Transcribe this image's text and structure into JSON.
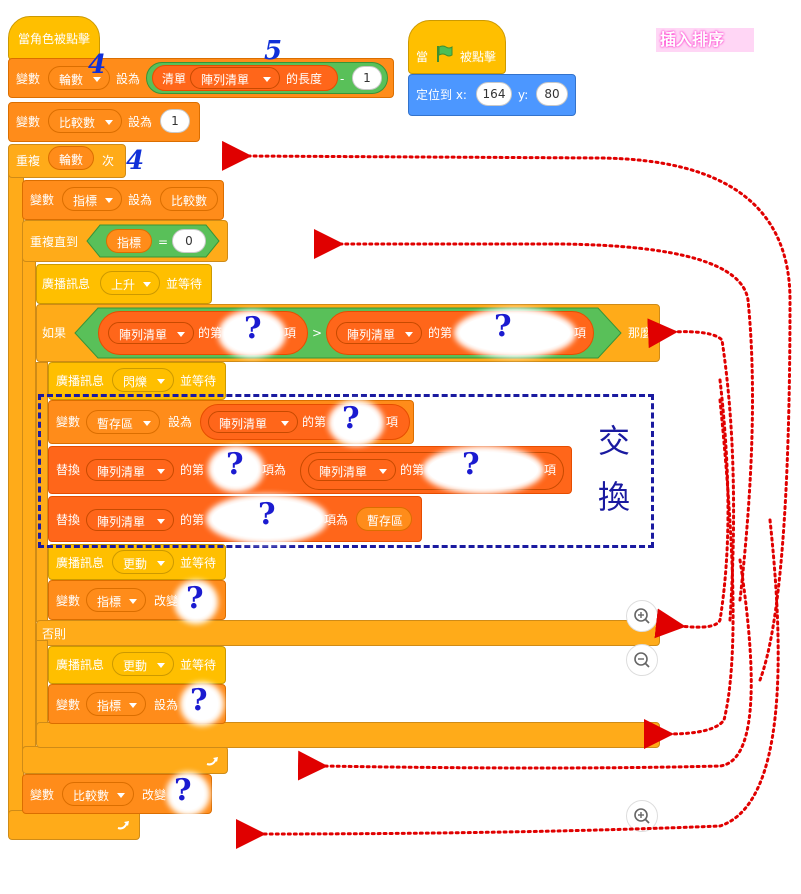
{
  "script": {
    "hat_label": "當角色被點擊",
    "set_rounds": {
      "prefix": "變數",
      "var": "輪數",
      "op": "設為",
      "list_prefix": "清單",
      "list": "陣列清單",
      "suffix": "的長度",
      "minus": "-",
      "minus_val": "1"
    },
    "set_compare": {
      "prefix": "變數",
      "var": "比較數",
      "op": "設為",
      "val": "1"
    },
    "repeat": {
      "prefix": "重複",
      "var": "輪數",
      "suffix": "次"
    },
    "set_index": {
      "prefix": "變數",
      "var": "指標",
      "op": "設為",
      "val": "比較數"
    },
    "repeat_until": {
      "prefix": "重複直到",
      "var": "指標",
      "eq": "=",
      "val": "0"
    },
    "broadcast_up": {
      "prefix": "廣播訊息",
      "msg": "上升",
      "suffix": "並等待"
    },
    "if_block": {
      "prefix": "如果",
      "list1": "陣列清單",
      "of1": "的第",
      "item1": "項",
      "gt": ">",
      "list2": "陣列清單",
      "of2": "的第",
      "item2": "項",
      "then": "那麼"
    },
    "broadcast_flash": {
      "prefix": "廣播訊息",
      "msg": "閃爍",
      "suffix": "並等待"
    },
    "set_temp": {
      "prefix": "變數",
      "var": "暫存區",
      "op": "設為",
      "list": "陣列清單",
      "of": "的第",
      "item": "項"
    },
    "replace1": {
      "prefix": "替換",
      "list": "陣列清單",
      "of": "的第",
      "item_as": "項為",
      "list2": "陣列清單",
      "of2": "的第",
      "item2": "項"
    },
    "replace2": {
      "prefix": "替換",
      "list": "陣列清單",
      "of": "的第",
      "item_as": "項為",
      "val": "暫存區"
    },
    "broadcast_update1": {
      "prefix": "廣播訊息",
      "msg": "更動",
      "suffix": "並等待"
    },
    "change_index": {
      "prefix": "變數",
      "var": "指標",
      "op": "改變"
    },
    "else_label": "否則",
    "broadcast_update2": {
      "prefix": "廣播訊息",
      "msg": "更動",
      "suffix": "並等待"
    },
    "set_index2": {
      "prefix": "變數",
      "var": "指標",
      "op": "設為"
    },
    "change_compare": {
      "prefix": "變數",
      "var": "比較數",
      "op": "改變"
    }
  },
  "flag_script": {
    "hat_prefix": "當",
    "hat_suffix": "被點擊",
    "goto_label": "定位到 x:",
    "x": "164",
    "y_label": "y:",
    "y": "80"
  },
  "title_tag": "插入排序",
  "annotations": {
    "four_a": "4",
    "five": "5",
    "four_b": "4",
    "question": "?",
    "swap_line1": "交",
    "swap_line2": "換"
  },
  "colors": {
    "events": "#FFBF00",
    "variables": "#FF8C1A",
    "control": "#FFAB19",
    "operators": "#59C059",
    "motion": "#4C97FF",
    "list": "#FF661A",
    "arrow": "#E00000",
    "annotation": "#1030d8"
  },
  "icons": [
    "green-flag-icon",
    "zoom-in-icon",
    "zoom-out-icon",
    "loop-arrow-icon",
    "dropdown-caret-icon"
  ]
}
